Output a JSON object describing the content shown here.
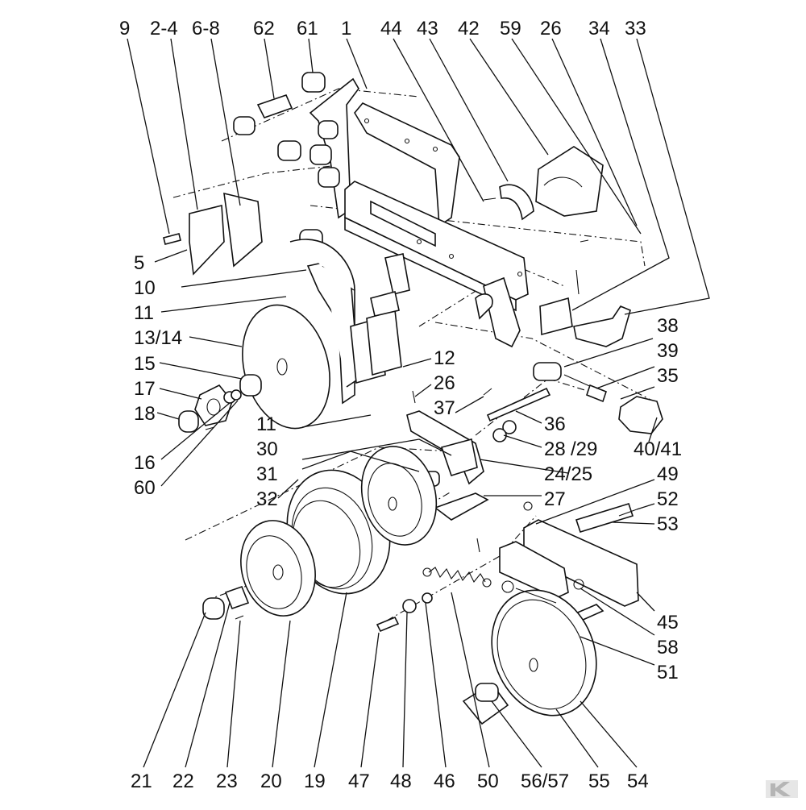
{
  "labels": {
    "top": [
      "9",
      "2-4",
      "6-8",
      "62",
      "61",
      "1",
      "44",
      "43",
      "42",
      "59",
      "26",
      "34",
      "33"
    ],
    "left": [
      "5",
      "10",
      "11",
      "13/14",
      "15",
      "17",
      "18",
      "16",
      "60"
    ],
    "middle": [
      "12",
      "26",
      "37",
      "11",
      "30",
      "31",
      "32",
      "36",
      "28",
      "/29",
      "24/25",
      "27"
    ],
    "right": [
      "38",
      "39",
      "35",
      "40/41",
      "49",
      "52",
      "53",
      "45",
      "58",
      "51"
    ],
    "bottom": [
      "21",
      "22",
      "23",
      "20",
      "19",
      "47",
      "48",
      "46",
      "50",
      "56/57",
      "55",
      "54"
    ]
  },
  "logo": {
    "icon": "brand-logo-icon"
  }
}
